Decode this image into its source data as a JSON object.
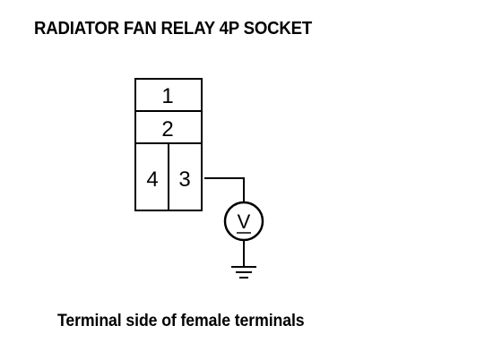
{
  "title": "RADIATOR FAN RELAY 4P SOCKET",
  "caption": "Terminal side of female terminals",
  "connector": {
    "terminals": [
      "1",
      "2",
      "4",
      "3"
    ]
  },
  "meter": {
    "symbol": "V"
  }
}
